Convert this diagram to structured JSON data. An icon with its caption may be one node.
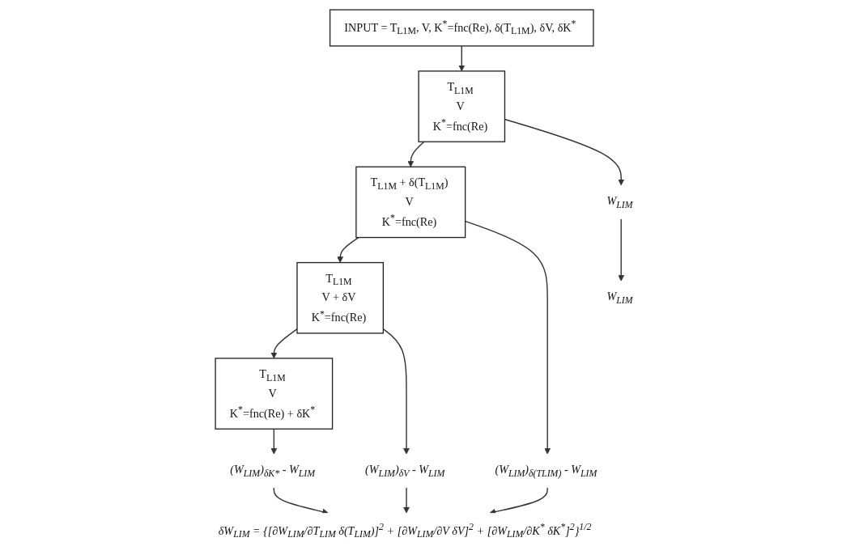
{
  "diagram": {
    "nodes": [
      {
        "text": [
          "INPUT = T$_{L1M}$, V, K$^{*}$=fnc(Re), δ(T$_{L1M}$), δV, δK$^{*}$"
        ]
      },
      {
        "text": [
          "T$_{L1M}$",
          "V",
          "K$^{*}$=fnc(Re)"
        ]
      },
      {
        "text": [
          "T$_{L1M}$ + δ(T$_{L1M}$)",
          "V",
          "K$^{*}$=fnc(Re)"
        ]
      },
      {
        "text": [
          "T$_{L1M}$",
          "V + δV",
          "K$^{*}$=fnc(Re)"
        ]
      },
      {
        "text": [
          "T$_{L1M}$",
          "V",
          "K$^{*}$=fnc(Re) + δK$^{*}$"
        ]
      },
      {
        "text": [
          "W$_{LIM}$"
        ]
      },
      {
        "text": [
          "(W$_{LIM}$)$_{δ(TLIM)}$ - W$_{LIM}$"
        ]
      },
      {
        "text": [
          "(W$_{LIM}$)$_{δV}$ - W$_{LIM}$"
        ]
      },
      {
        "text": [
          "(W$_{LIM}$)$_{δK*}$ - W$_{LIM}$"
        ]
      },
      {
        "text": [
          "W$_{LIM}$"
        ]
      },
      {
        "text": [
          "δW$_{LIM}$ = {[∂W$_{LIM}$/∂T$_{LIM}$ δ(T$_{LIM}$)]$^{2}$ + [∂W$_{LIM}$/∂V δV]$^{2}$ + [∂W$_{LIM}$/∂K$^{*}$ δK$^{*}$]$^{2}$}$^{1/2}$"
        ]
      }
    ],
    "edges": [
      {
        "from": 0,
        "to": 1,
        "arrow": "to"
      },
      {
        "from": 1,
        "to": 2,
        "arrow": "to"
      },
      {
        "from": 2,
        "to": 3,
        "arrow": "to"
      },
      {
        "from": 3,
        "to": 4,
        "arrow": "to"
      },
      {
        "from": 1,
        "to": 5,
        "arrow": "to"
      },
      {
        "from": 2,
        "to": 6,
        "arrow": "to"
      },
      {
        "from": 3,
        "to": 7,
        "arrow": "to"
      },
      {
        "from": 4,
        "to": 8,
        "arrow": "to"
      },
      {
        "from": 5,
        "to": 9,
        "arrow": "to"
      },
      {
        "from": 6,
        "to": 10,
        "arrow": "to"
      },
      {
        "from": 7,
        "to": 10,
        "arrow": "to"
      },
      {
        "from": 8,
        "to": 10,
        "arrow": "to"
      }
    ]
  }
}
